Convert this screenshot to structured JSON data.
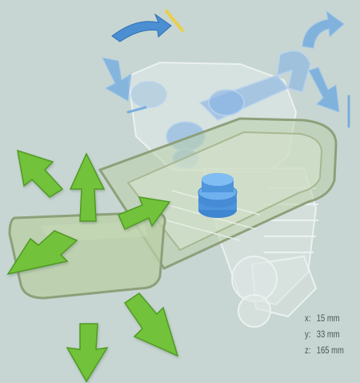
{
  "colors": {
    "background": "#c7d6d2",
    "motion_arrow_green": "#6fbf35",
    "rotation_arrow_blue": "#6aa6df",
    "tray_outline": "#8da07a",
    "axis_text": "#4a5556"
  },
  "icons": [
    "green-move-arrow-icon",
    "blue-rotate-arrow-icon",
    "yellow-stop-line-icon"
  ],
  "axes_readout": [
    {
      "label": "x:",
      "value": "15 mm"
    },
    {
      "label": "y:",
      "value": "33 mm"
    },
    {
      "label": "z:",
      "value": "165 mm"
    }
  ]
}
